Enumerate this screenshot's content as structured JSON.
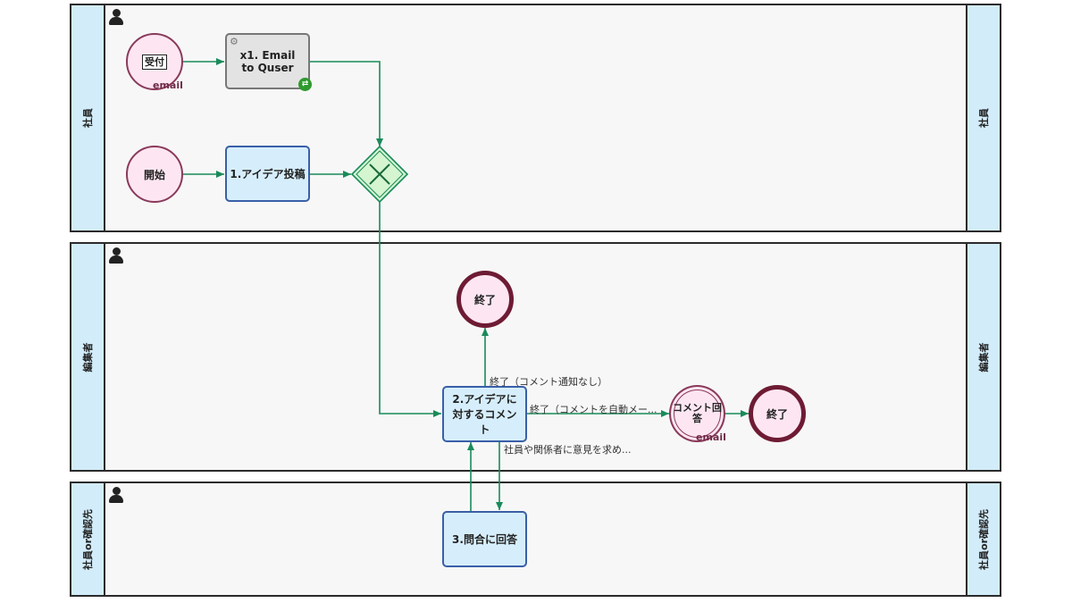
{
  "lanes": [
    {
      "title": "社員"
    },
    {
      "title": "編集者"
    },
    {
      "title": "社員or確認先"
    }
  ],
  "nodes": {
    "receive": {
      "label": "受付",
      "sublabel": "email"
    },
    "start": {
      "label": "開始"
    },
    "email_task": {
      "label": "x1. Email to Quser"
    },
    "post_idea": {
      "label": "1.アイデア投稿"
    },
    "end_top": {
      "label": "終了"
    },
    "comment_task": {
      "label": "2.アイデアに対するコメント"
    },
    "comment_reply": {
      "label": "コメント回答",
      "sublabel": "email"
    },
    "end_right": {
      "label": "終了"
    },
    "answer_task": {
      "label": "3.問合に回答"
    }
  },
  "flows": {
    "end_no_notify": "終了（コメント通知なし）",
    "end_auto_mail": "終了（コメントを自動メー...",
    "ask_opinion": "社員や関係者に意見を求め..."
  },
  "colors": {
    "flow": "#1a8a5a",
    "gateway_fill": "#d4f5d0",
    "task_border": "#3a5fa8",
    "end_border": "#6e1b34"
  }
}
